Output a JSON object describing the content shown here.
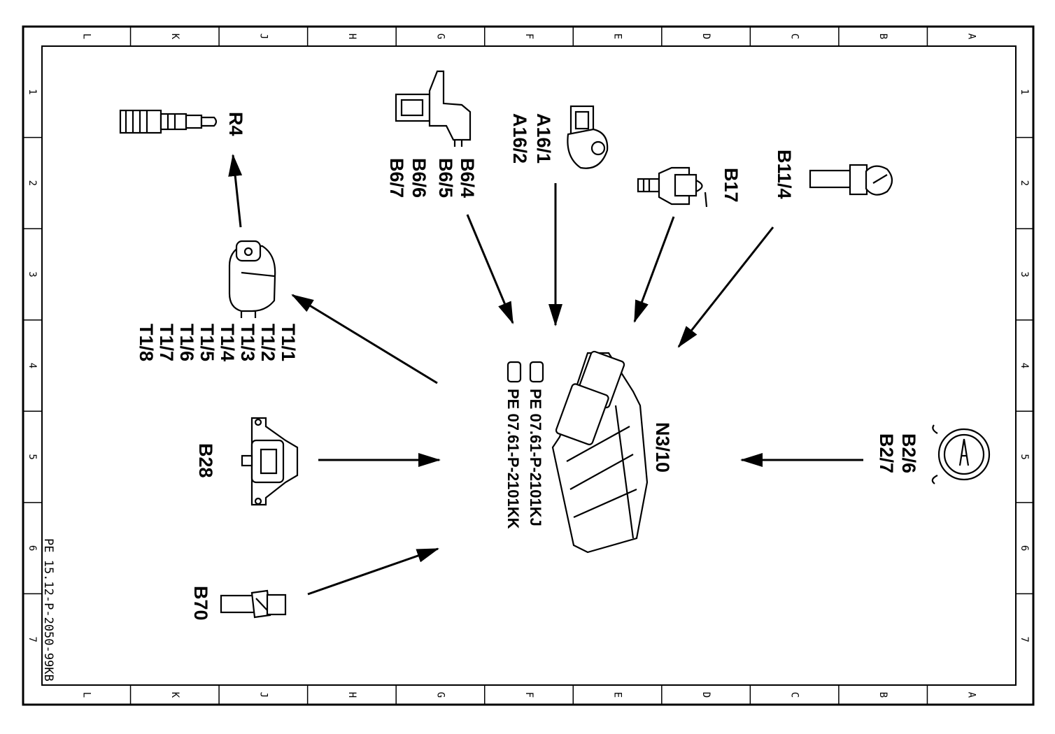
{
  "frame": {
    "column_letters": [
      "L",
      "K",
      "J",
      "H",
      "G",
      "F",
      "E",
      "D",
      "C",
      "B",
      "A"
    ],
    "row_numbers": [
      "1",
      "2",
      "3",
      "4",
      "5",
      "6",
      "7"
    ],
    "document_id": "PE 15.12-P-2050-99KB"
  },
  "components": {
    "r4": "R4",
    "t1": [
      "T1/1",
      "T1/2",
      "T1/3",
      "T1/4",
      "T1/5",
      "T1/6",
      "T1/7",
      "T1/8"
    ],
    "b6": [
      "B6/4",
      "B6/5",
      "B6/6",
      "B6/7"
    ],
    "a16": [
      "A16/1",
      "A16/2"
    ],
    "b17": "B17",
    "b11_4": "B11/4",
    "n3_10": "N3/10",
    "b2": [
      "B2/6",
      "B2/7"
    ],
    "b28": "B28",
    "b70": "B70"
  },
  "references": [
    "PE 07.61-P-2101KJ",
    "PE 07.61-P-2101KK"
  ]
}
